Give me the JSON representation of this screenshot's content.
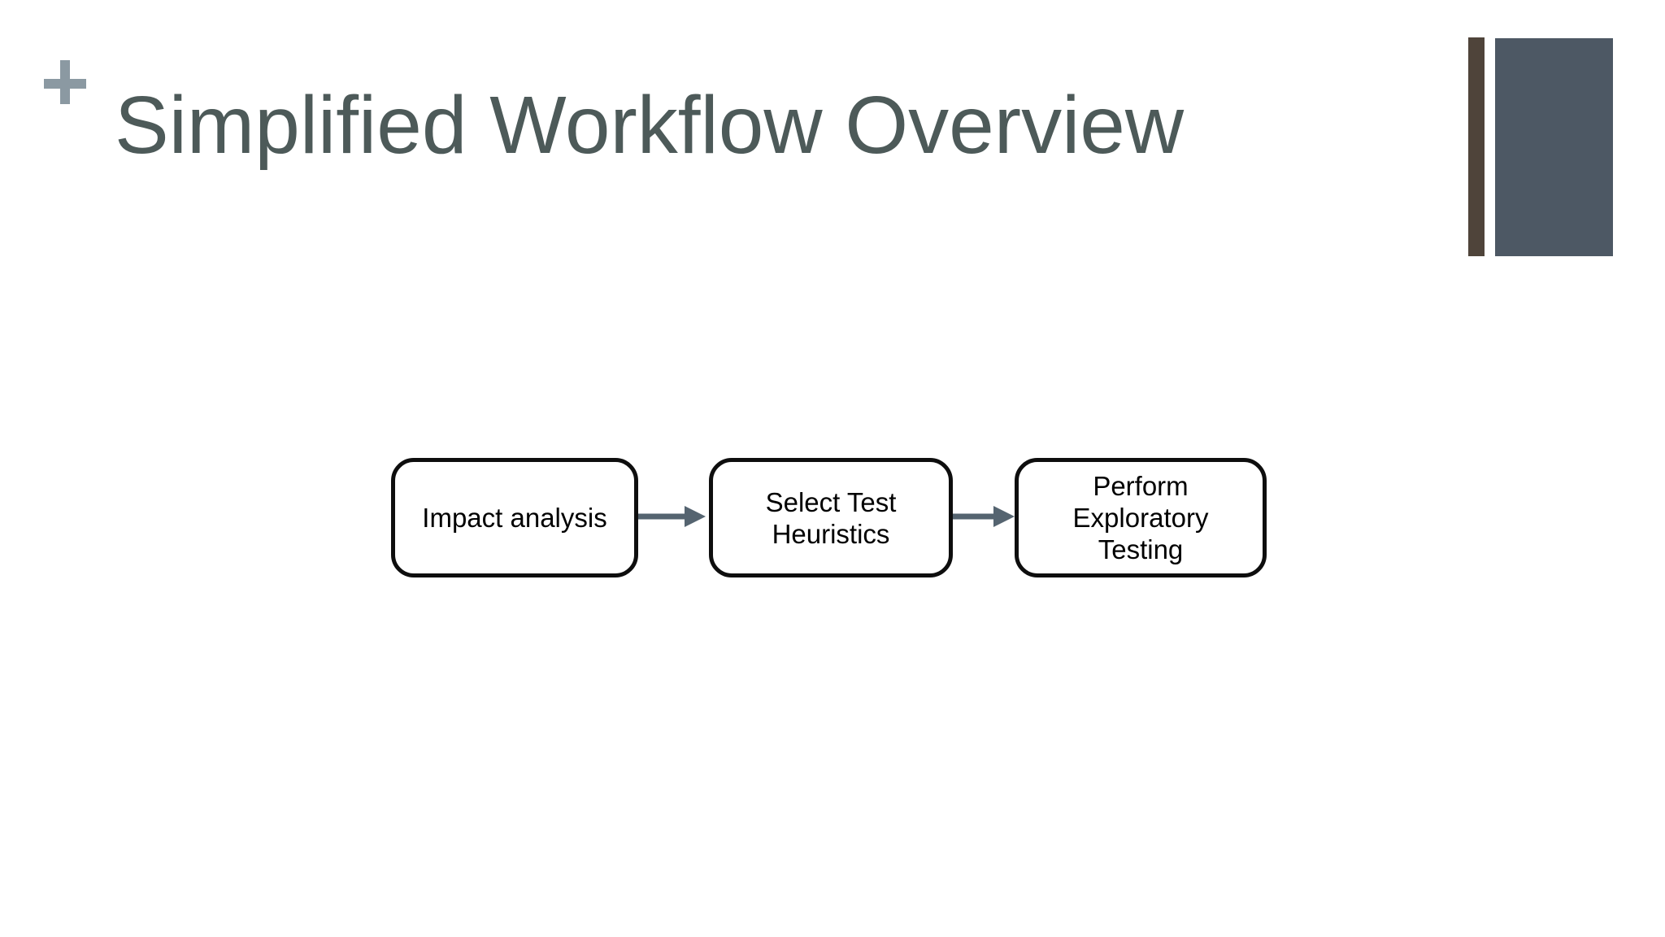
{
  "slide": {
    "title": "Simplified Workflow Overview"
  },
  "colors": {
    "background": "#ffffff",
    "title_text": "#4d5a59",
    "plus_icon": "#8b99a2",
    "accent_bar": "#4f443a",
    "accent_block": "#4d5864",
    "arrow": "#556470",
    "node_border": "#0e0e0e",
    "node_fill": "#ffffff",
    "node_text": "#000000"
  },
  "flowchart": {
    "nodes": [
      {
        "label": "Impact analysis",
        "lines": [
          "Impact analysis"
        ]
      },
      {
        "label": "Select Test Heuristics",
        "lines": [
          "Select Test",
          "Heuristics"
        ]
      },
      {
        "label": "Perform Exploratory Testing",
        "lines": [
          "Perform",
          "Exploratory",
          "Testing"
        ]
      }
    ],
    "connectors": [
      "arrow-right",
      "arrow-right"
    ]
  }
}
